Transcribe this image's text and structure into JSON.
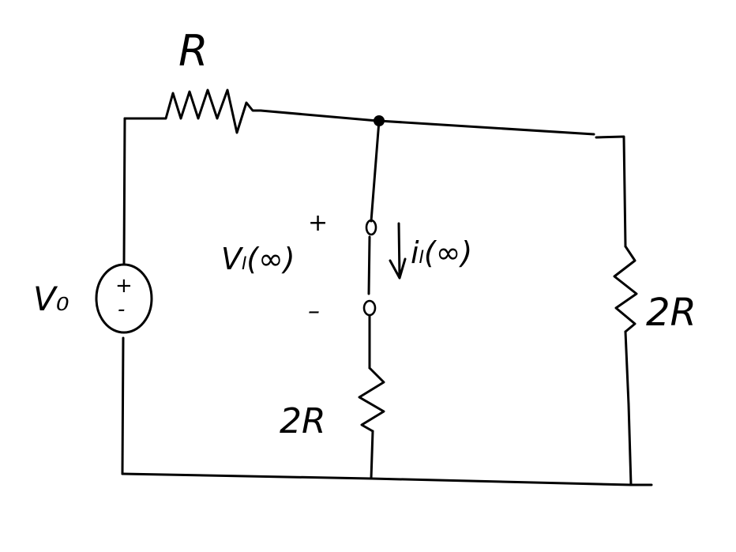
{
  "labels": {
    "top_resistor": "R",
    "source": "V₀",
    "source_plus": "+",
    "source_minus": "-",
    "inductor_voltage": "Vₗ(∞)",
    "voltage_plus": "+",
    "voltage_minus": "–",
    "inductor_current": "iₗ(∞)",
    "middle_resistor": "2R",
    "right_resistor": "2R"
  }
}
